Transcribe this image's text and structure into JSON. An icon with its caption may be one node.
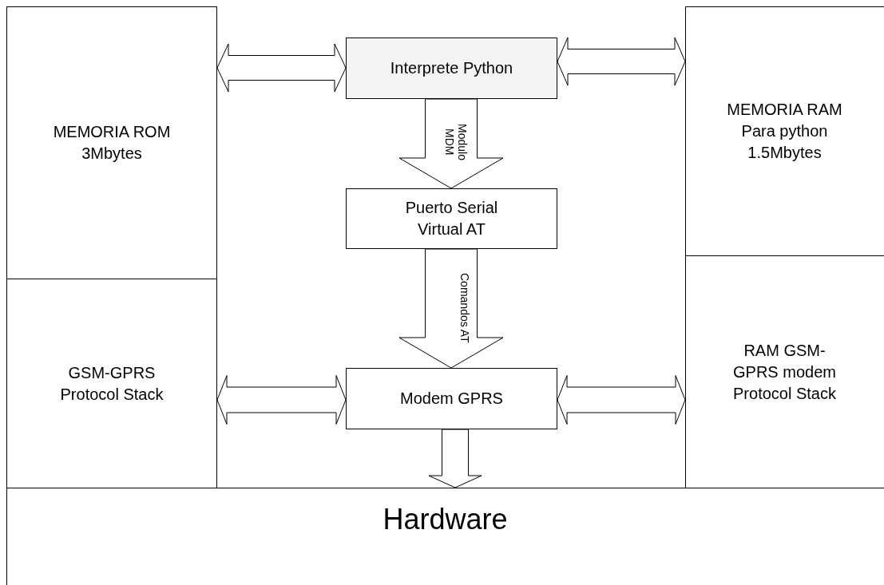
{
  "diagram": {
    "nodes": [
      {
        "text": [
          "MEMORIA ROM 3Mbytes"
        ]
      },
      {
        "text": [
          "Interprete Python"
        ]
      },
      {
        "text": [
          "MEMORIA RAM Para python 1.5Mbytes"
        ]
      },
      {
        "text": [
          "Puerto Serial Virtual AT"
        ]
      },
      {
        "text": [
          "GSM-GPRS Protocol Stack"
        ]
      },
      {
        "text": [
          "Modem GPRS"
        ]
      },
      {
        "text": [
          "RAM GSM-GPRS modem Protocol Stack"
        ]
      },
      {
        "text": [
          "Hardware"
        ]
      }
    ],
    "edges": [
      {
        "from": 0,
        "to": 1,
        "arrow": "both"
      },
      {
        "from": 1,
        "to": 2,
        "arrow": "both"
      },
      {
        "from": 1,
        "to": 3,
        "arrow": "to",
        "label": "Modulo MDM"
      },
      {
        "from": 3,
        "to": 5,
        "arrow": "to",
        "label": "Comandos AT"
      },
      {
        "from": 4,
        "to": 5,
        "arrow": "both"
      },
      {
        "from": 5,
        "to": 6,
        "arrow": "both"
      },
      {
        "from": 5,
        "to": 7,
        "arrow": "to"
      }
    ]
  }
}
